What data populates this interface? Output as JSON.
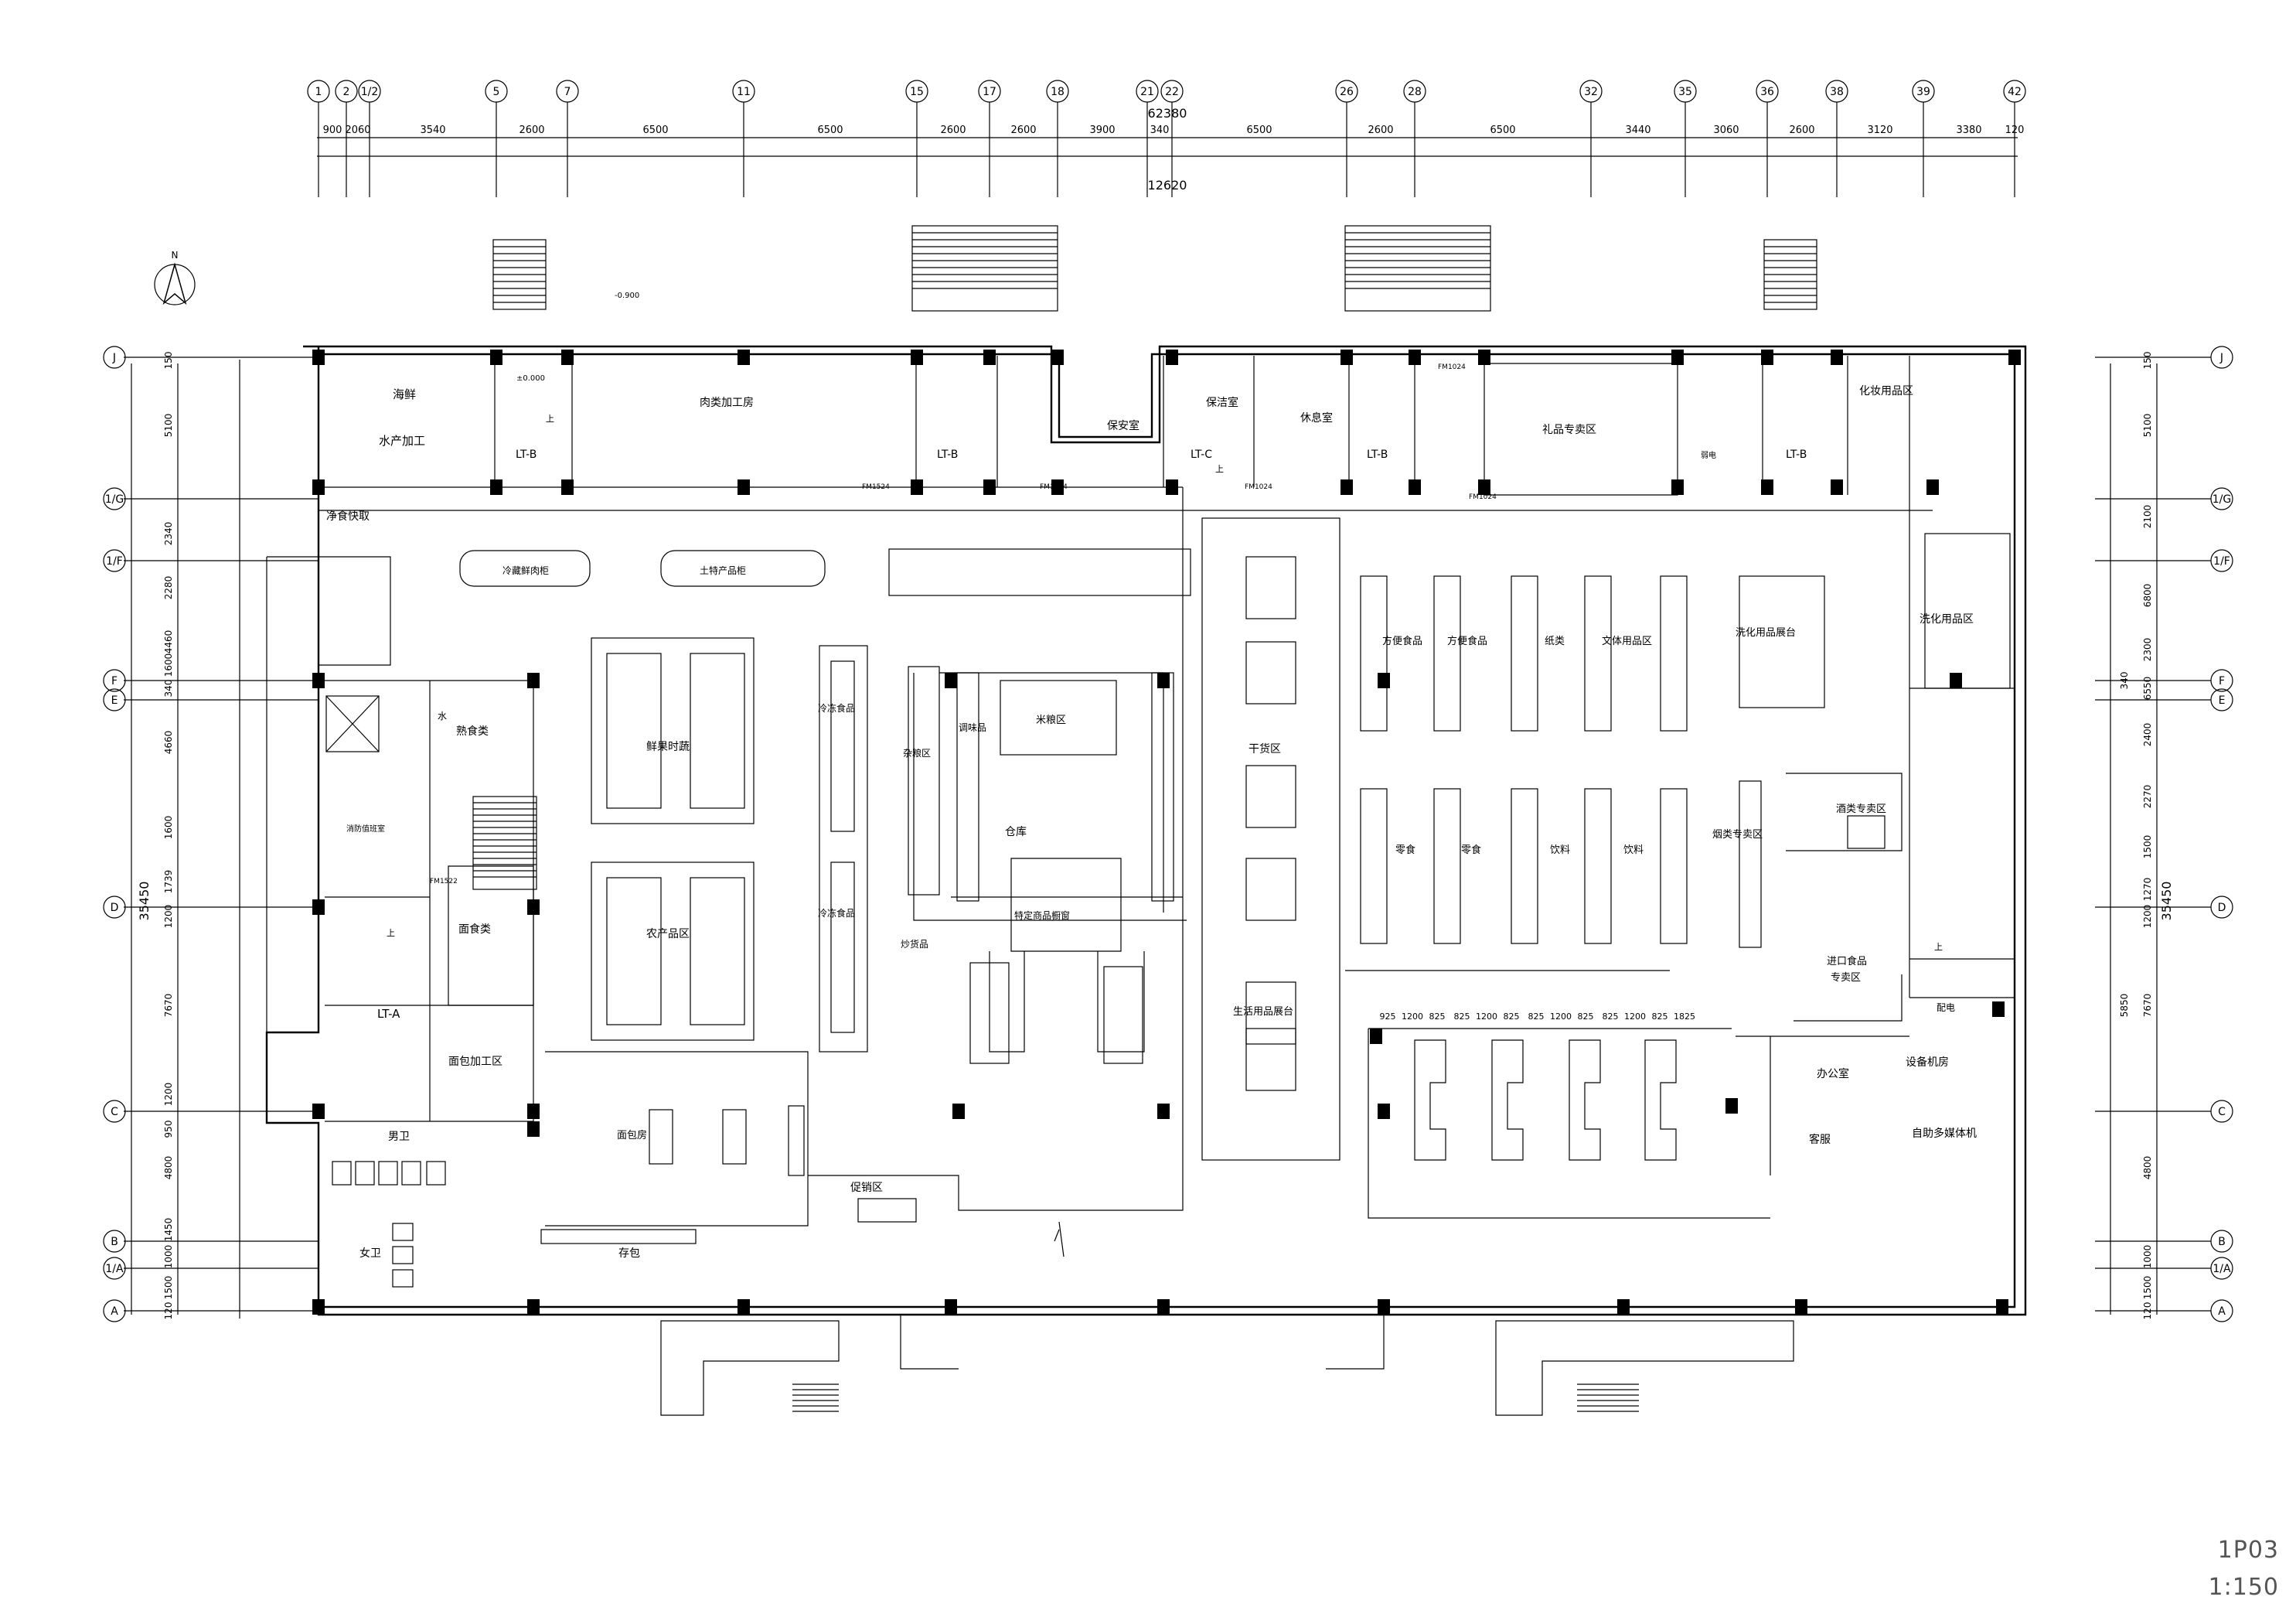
{
  "grid": {
    "columns": [
      "1",
      "2",
      "1/2",
      "5",
      "7",
      "11",
      "15",
      "17",
      "18",
      "21",
      "22",
      "26",
      "28",
      "32",
      "35",
      "36",
      "38",
      "39",
      "42"
    ],
    "rows": [
      "J",
      "1/G",
      "1/F",
      "F",
      "E",
      "D",
      "C",
      "B",
      "1/A",
      "A"
    ]
  },
  "dimensions": {
    "overall_top": "62380",
    "overall_bottom": "12620",
    "spans_top": [
      "900",
      "2060",
      "3540",
      "2600",
      "6500",
      "6500",
      "2600",
      "2600",
      "3900",
      "340",
      "6500",
      "2600",
      "6500",
      "3440",
      "3060",
      "2600",
      "3120",
      "3380",
      "120"
    ],
    "overall_side": "35450",
    "left_spans": [
      "150",
      "5100",
      "2340",
      "2280",
      "4460",
      "1600",
      "340",
      "4660",
      "1600",
      "1739",
      "1200",
      "7670",
      "1200",
      "950",
      "4800",
      "1450",
      "1000",
      "1500",
      "120"
    ],
    "right_spans": [
      "150",
      "5100",
      "2100",
      "6800",
      "2300",
      "340",
      "6550",
      "2400",
      "2270",
      "1500",
      "1270",
      "1200",
      "5850",
      "7670",
      "4800",
      "1000",
      "1500",
      "120"
    ]
  },
  "rooms": {
    "seafood": "海鲜",
    "seafood2": "水产加工",
    "meat_processing": "肉类加工房",
    "security": "保安室",
    "cleaning": "保洁室",
    "rest": "休息室",
    "gift": "礼品专卖区",
    "cosmetics": "化妆用品区",
    "daily_chem_island": "洗化用品区",
    "deli_fast": "净食快取",
    "cooked_food": "熟食类",
    "pastry": "面食类",
    "bakery_proc": "面包加工区",
    "bakery": "面包房",
    "mens_wc": "男卫",
    "womens_wc": "女卫",
    "fresh_fruit": "鲜果时蔬",
    "agri": "农产品区",
    "frozen1": "冷冻食品",
    "frozen2": "冷冻食品",
    "condiment": "调味品",
    "rice_noodle": "米粮区",
    "grains": "杂粮区",
    "snacks_bulk": "炒货品",
    "warehouse": "仓库",
    "special_window": "特定商品橱窗",
    "dry_goods": "干货区",
    "daily_display": "生活用品展台",
    "instant_food": "方便食品",
    "convenience": "方便食品",
    "paper": "纸类",
    "stationery": "文体用品区",
    "daily_chem_display": "洗化用品展台",
    "snack1": "零食",
    "snack2": "零食",
    "drink1": "饮料",
    "drink2": "饮料",
    "tobacco": "烟类专卖区",
    "liquor": "酒类专卖区",
    "import_food": "进口食品",
    "import_food2": "专卖区",
    "electric": "配电",
    "office": "办公室",
    "reception": "客服",
    "equipment": "设备机房",
    "multimedia": "自助多媒体机",
    "promo": "促销区",
    "bag_storage": "存包",
    "fire_control": "消防值班室",
    "lt_a": "LT-A",
    "lt_b1": "LT-B",
    "lt_b2": "LT-B",
    "lt_b3": "LT-B",
    "lt_b4": "LT-B",
    "lt_c": "LT-C",
    "fresh_cabinet1": "冷藏鲜肉柜",
    "fresh_cabinet2": "土特产品柜",
    "weak_current": "弱电",
    "up1": "上",
    "up2": "上",
    "up3": "上",
    "up4": "上",
    "water": "水"
  },
  "levels": {
    "lv_0": "±0.000",
    "lv_neg": "-0.900"
  },
  "doors": [
    "FM1522",
    "FM1024",
    "FM1024",
    "FM1024",
    "FM1024",
    "FM1524"
  ],
  "checkout_dims": [
    "925",
    "1200",
    "825",
    "825",
    "1200",
    "825",
    "825",
    "1200",
    "825",
    "825",
    "1200",
    "825",
    "1825"
  ],
  "sheet": {
    "number": "1P03",
    "scale": "1:150"
  },
  "north": "N"
}
